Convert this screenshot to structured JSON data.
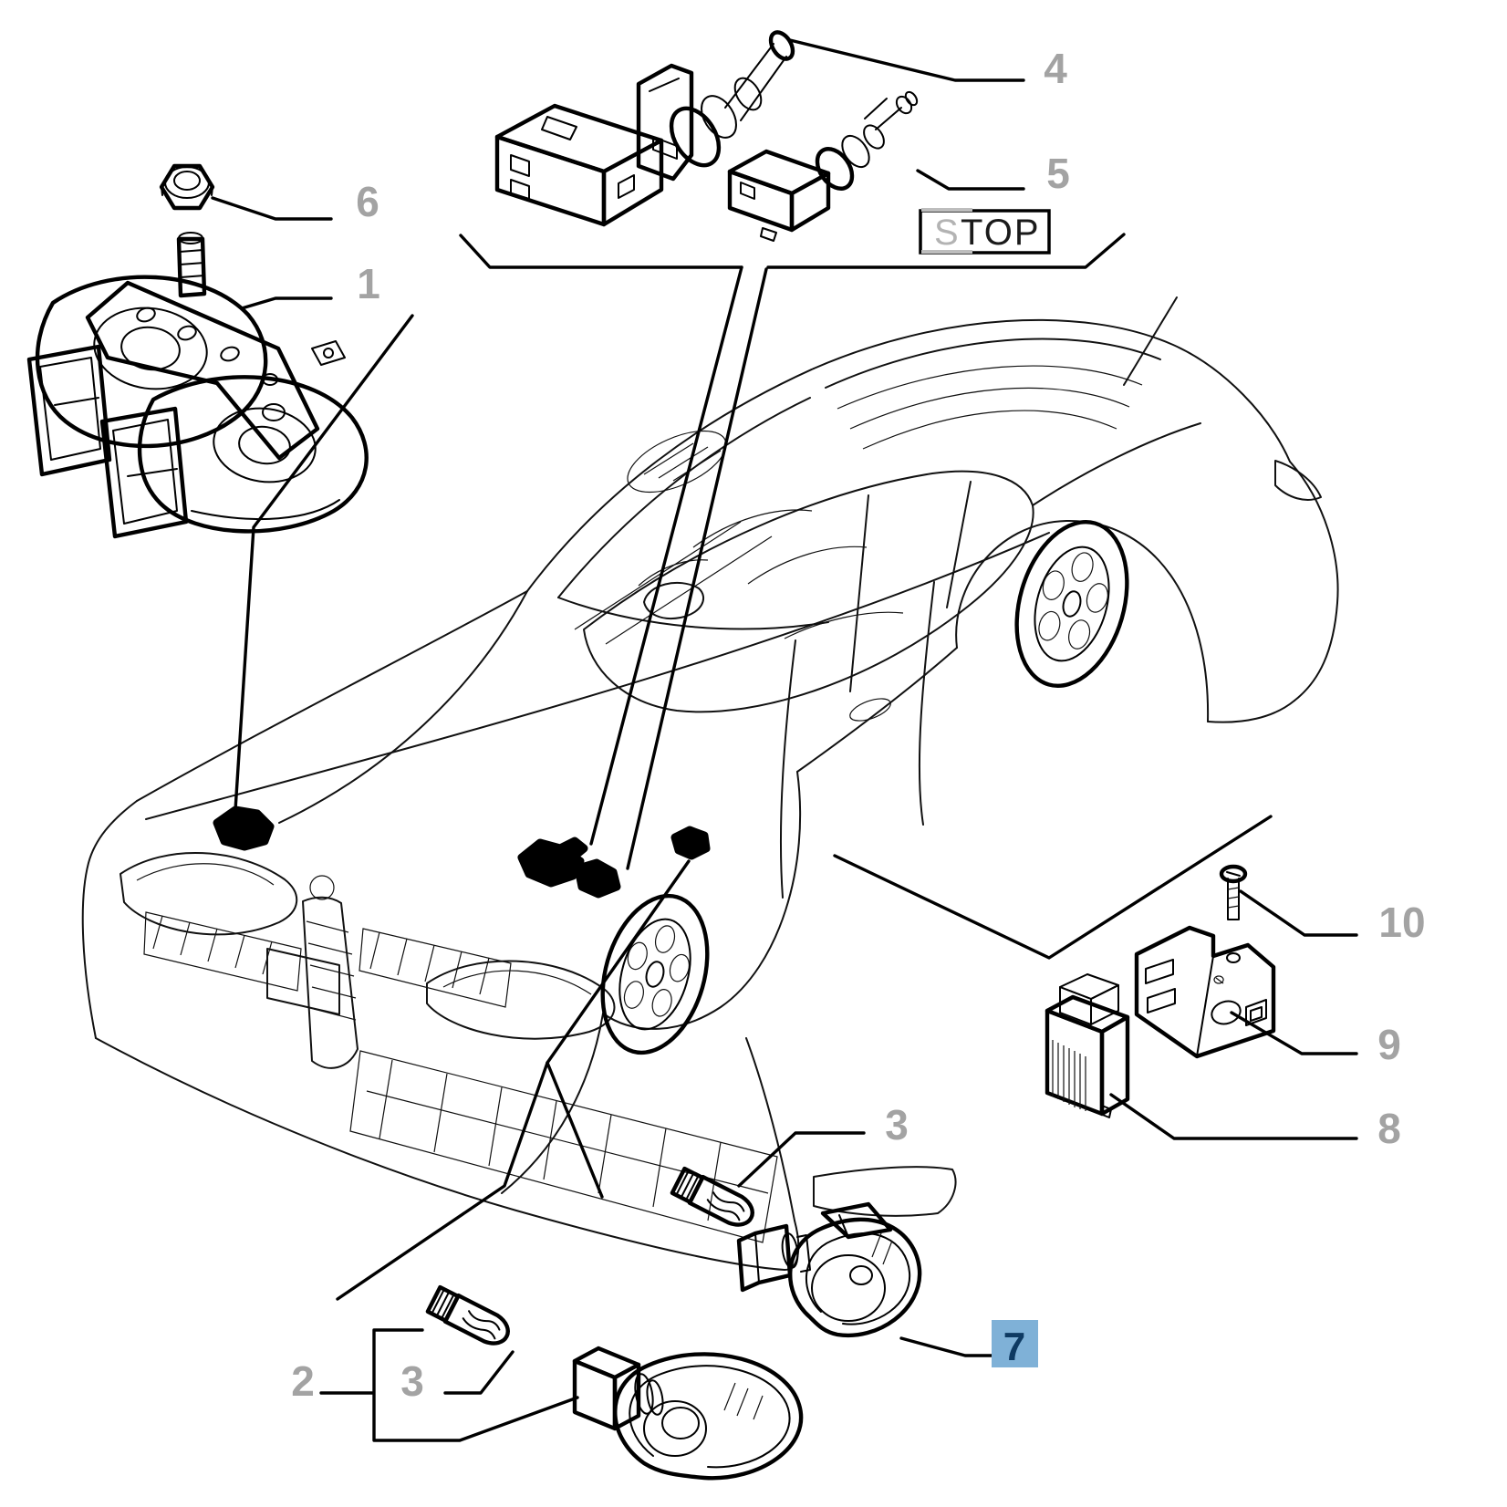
{
  "diagram": {
    "background": "#ffffff",
    "line_color": "#000000",
    "callout_color": "#a3a3a3",
    "highlight": {
      "background": "#7fb1d7",
      "text_color": "#0e3a62"
    },
    "callouts": {
      "c1": {
        "label": "1",
        "highlighted": false
      },
      "c2": {
        "label": "2",
        "highlighted": false
      },
      "c3_upper": {
        "label": "3",
        "highlighted": false
      },
      "c3_lower": {
        "label": "3",
        "highlighted": false
      },
      "c4": {
        "label": "4",
        "highlighted": false
      },
      "c5": {
        "label": "5",
        "highlighted": false
      },
      "c6": {
        "label": "6",
        "highlighted": false
      },
      "c7": {
        "label": "7",
        "highlighted": true
      },
      "c8": {
        "label": "8",
        "highlighted": false
      },
      "c9": {
        "label": "9",
        "highlighted": false
      },
      "c10": {
        "label": "10",
        "highlighted": false
      }
    },
    "stop_badge": {
      "prefix": "S",
      "suffix": "TOP"
    }
  }
}
